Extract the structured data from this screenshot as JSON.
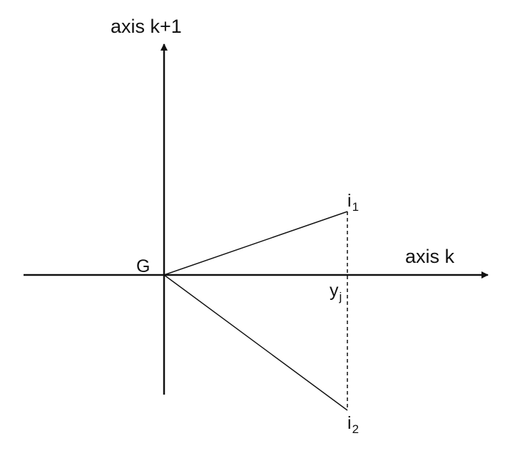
{
  "labels": {
    "axis_vertical": "axis k+1",
    "axis_horizontal": "axis k",
    "origin": "G",
    "point_1": {
      "base": "i",
      "sub": "1"
    },
    "projection": {
      "base": "y",
      "sub": "j"
    },
    "point_2": {
      "base": "i",
      "sub": "2"
    }
  },
  "colors": {
    "ink": "#111111",
    "background": "#ffffff"
  }
}
